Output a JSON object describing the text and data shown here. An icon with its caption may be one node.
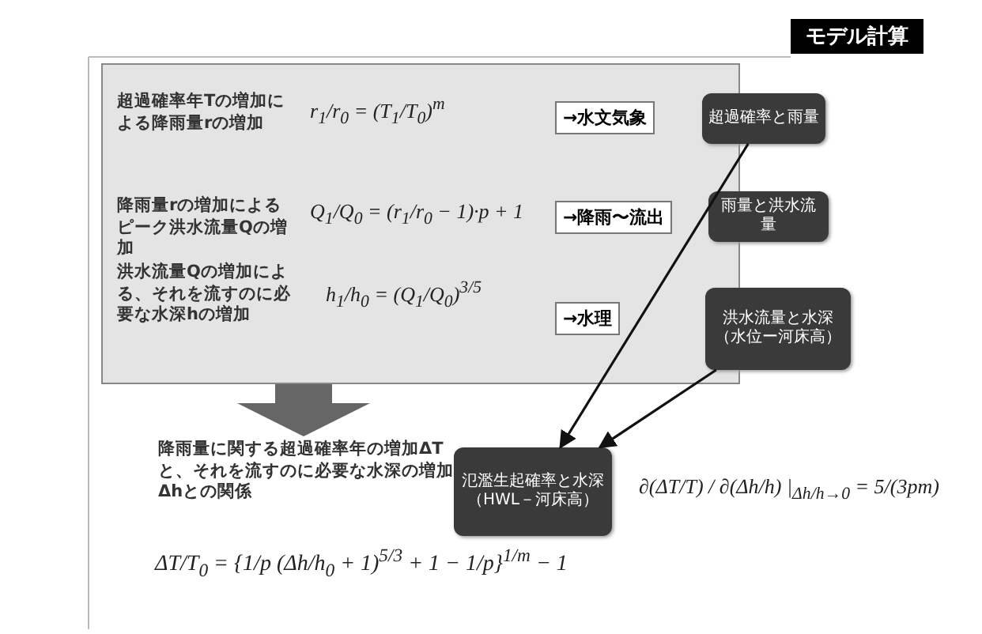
{
  "diagram": {
    "title": "モデル計算",
    "nodes": [
      {
        "text": [],
        "shape": "box"
      },
      {
        "text": [
          "→水文気象"
        ],
        "in": 0
      },
      {
        "text": [
          "→降雨〜流出"
        ],
        "in": 0
      },
      {
        "text": [
          "→水理"
        ],
        "in": 0
      },
      {
        "text": [
          "超過確率と雨量"
        ]
      },
      {
        "text": [
          "雨量と洪水流量"
        ]
      },
      {
        "text": [
          "洪水流量と水深（水位ー河床高）"
        ]
      },
      {
        "text": [
          "降雨量に関する超過確率年の増加ΔTと、それを流すのに必要な水深の増加Δhとの関係"
        ]
      },
      {
        "text": [
          "氾濫生起確率と水深（HWL－河床高）"
        ]
      }
    ],
    "edges": [
      {
        "from": 0,
        "to": 7,
        "arrow": "to",
        "style": "thick"
      },
      {
        "from": 4,
        "to": 8,
        "arrow": "to"
      },
      {
        "from": 6,
        "to": 8,
        "arrow": "to"
      }
    ],
    "labels": [
      "超過確率年Tの増加による降雨量rの増加",
      "r$_{1}$/r$_{0}$ = (T$_{1}$/T$_{0}$)$^{m}$",
      "降雨量rの増加によるピーク洪水流量Qの増加",
      "Q$_{1}$/Q$_{0}$ = (r$_{1}$/r$_{0}$ − 1)·p + 1",
      "洪水流量Qの増加による、それを流すのに必要な水深hの増加",
      "h$_{1}$/h$_{0}$ = (Q$_{1}$/Q$_{0}$)$^{3/5}$",
      "ΔT/T$_{0}$ = {1/p (Δh/h$_{0}$ + 1)$^{5/3}$ + 1 − 1/p}$^{1/m}$ − 1",
      "∂(ΔT/T) / ∂(Δh/h) |$_{Δh/h→0}$ = 5/(3pm)"
    ]
  }
}
